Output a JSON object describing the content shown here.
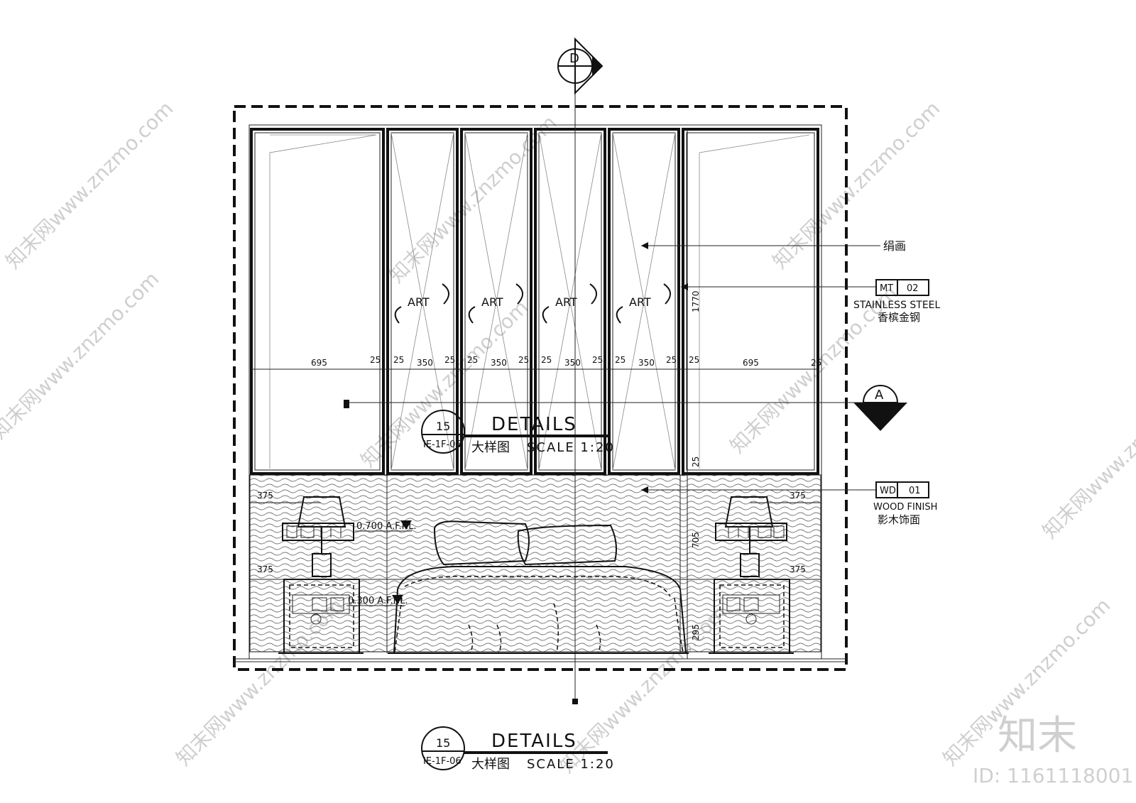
{
  "drawing": {
    "section_marker_top": "D",
    "section_marker_right": "A",
    "panel_labels": [
      "ART",
      "ART",
      "ART",
      "ART"
    ],
    "dimensions_width": [
      "695",
      "25",
      "25",
      "350",
      "25",
      "25",
      "350",
      "25",
      "25",
      "350",
      "25",
      "25",
      "350",
      "25",
      "25",
      "695",
      "25"
    ],
    "dimensions_height": [
      "1770",
      "25",
      "705",
      "295"
    ],
    "side_dims": [
      "375",
      "375",
      "375",
      "375"
    ],
    "levels": [
      "0.700 A.F.F.L.",
      "0.300 A.F.F.L."
    ]
  },
  "annotations": {
    "silk_painting": "绢画",
    "mt_code": "MT",
    "mt_number": "02",
    "mt_name_en": "STAINLESS STEEL",
    "mt_name_cn": "香槟金钢",
    "wd_code": "WD",
    "wd_number": "01",
    "wd_name_en": "WOOD FINISH",
    "wd_name_cn": "影木饰面"
  },
  "title_inner": {
    "number": "15",
    "sheet": "IE-1F-06",
    "title": "DETAILS",
    "subtitle_cn": "大样图",
    "scale": "SCALE 1:20"
  },
  "title_bottom": {
    "number": "15",
    "sheet": "IE-1F-06",
    "title": "DETAILS",
    "subtitle_cn": "大样图",
    "scale": "SCALE 1:20"
  },
  "watermark": {
    "text": "知末网www.znzmo.com",
    "logo": "知末",
    "id": "ID: 1161118001"
  }
}
